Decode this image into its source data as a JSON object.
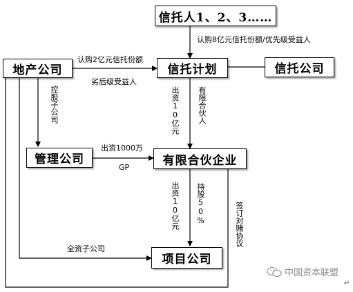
{
  "nodes": {
    "trustors": "信托人1、2、3……",
    "real_estate": "地产公司",
    "trust_plan": "信托计划",
    "trust_company": "信托公司",
    "management": "管理公司",
    "partnership": "有限合伙企业",
    "project": "项目公司"
  },
  "edges": {
    "trustors_to_plan": "认购8亿元信托份额/优先级受益人",
    "realestate_to_plan_top": "认购2亿元信托份额",
    "realestate_to_plan_bottom": "劣后级受益人",
    "holding_subsidiary": "控股子公司",
    "plan_invest": "出资10亿元",
    "plan_limited_partner": "有限合伙人",
    "management_invest": "出资1000万",
    "gp": "GP",
    "partnership_invest": "出资10亿元",
    "partnership_stake": "持股50%",
    "gamble_agreement": "签订对赌协议",
    "wholly_owned": "全资子公司"
  },
  "watermark": "中国资本联盟",
  "end_mark": "↵"
}
